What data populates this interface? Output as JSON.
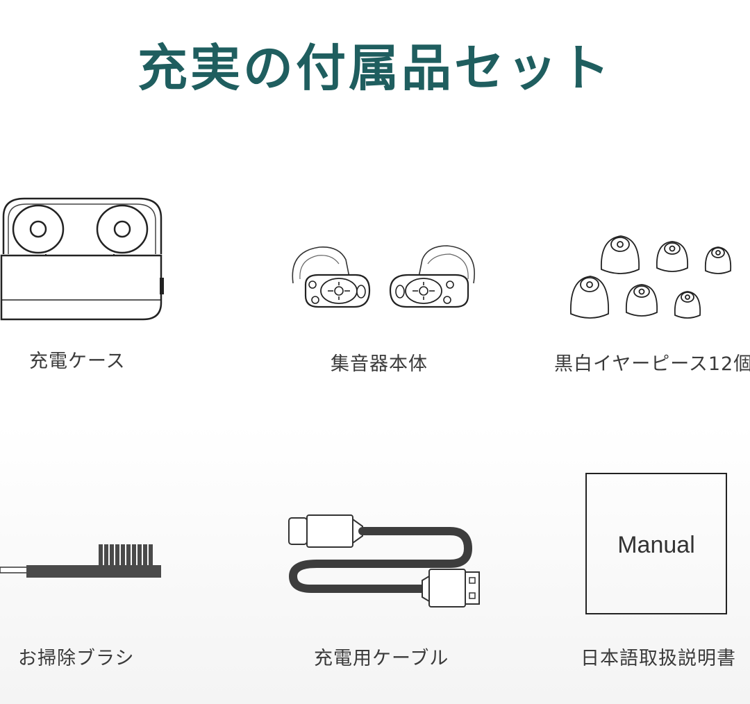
{
  "title": "充実の付属品セット",
  "items": [
    {
      "label": "充電ケース"
    },
    {
      "label": "集音器本体"
    },
    {
      "label": "黒白イヤーピース12個"
    },
    {
      "label": "お掃除ブラシ"
    },
    {
      "label": "充電用ケーブル"
    },
    {
      "label": "日本語取扱説明書"
    }
  ],
  "manual_text": "Manual",
  "colors": {
    "title": "#1f5e5f",
    "label": "#3a3a3a",
    "line": "#222222",
    "cable": "#3d3d3d"
  }
}
